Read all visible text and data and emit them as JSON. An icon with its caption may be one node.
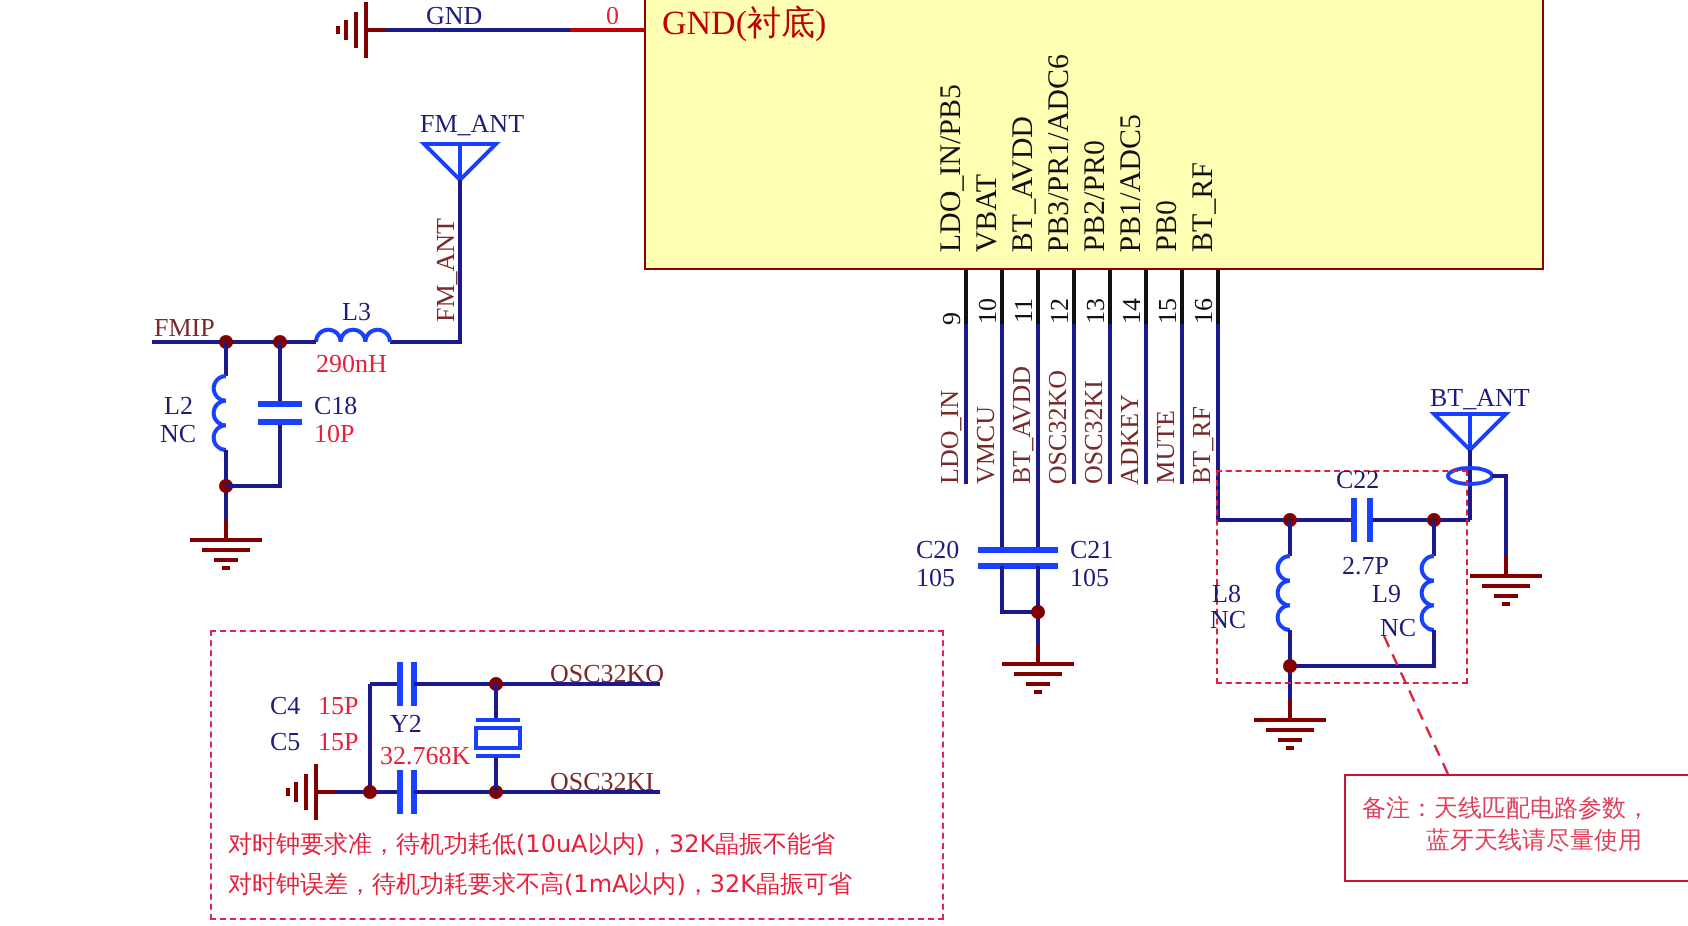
{
  "diagram": {
    "nodes": [
      {
        "text": [
          "GND(衬底)",
          "LDO_IN/PB5",
          "VBAT",
          "BT_AVDD",
          "PB3/PR1/ADC6",
          "PB2/PR0",
          "PB1/ADC5",
          "PB0",
          "BT_RF"
        ]
      },
      {
        "text": [],
        "shape": "box"
      },
      {
        "text": [
          "备注：天线匹配电路参数，",
          "蓝牙天线请尽量使用"
        ]
      },
      {
        "text": [
          "对时钟要求准，待机功耗低(10uA以内)，32K晶振不能省",
          "对时钟误差，待机功耗要求不高(1mA以内)，32K晶振可省"
        ]
      }
    ],
    "edges": [
      {
        "from": 2,
        "to": 1,
        "arrow": "none",
        "style": "dashed"
      }
    ],
    "labels": [
      "GND",
      "0",
      "9",
      "10",
      "11",
      "12",
      "13",
      "14",
      "15",
      "16",
      "FM_ANT",
      "FM_ANT",
      "L3",
      "FMIP",
      "290nH",
      "L2",
      "NC",
      "C18",
      "10P",
      "LDO_IN",
      "VMCU",
      "BT_AVDD",
      "OSC32KO",
      "OSC32KI",
      "ADKEY",
      "MUTE",
      "BT_RF",
      "BT_ANT",
      "C22",
      "C20",
      "105",
      "C21",
      "105",
      "2.7P",
      "L8",
      "NC",
      "L9",
      "NC",
      "C4",
      "15P",
      "Y2",
      "C5",
      "15P",
      "32.768K",
      "OSC32KO",
      "OSC32KI"
    ]
  }
}
